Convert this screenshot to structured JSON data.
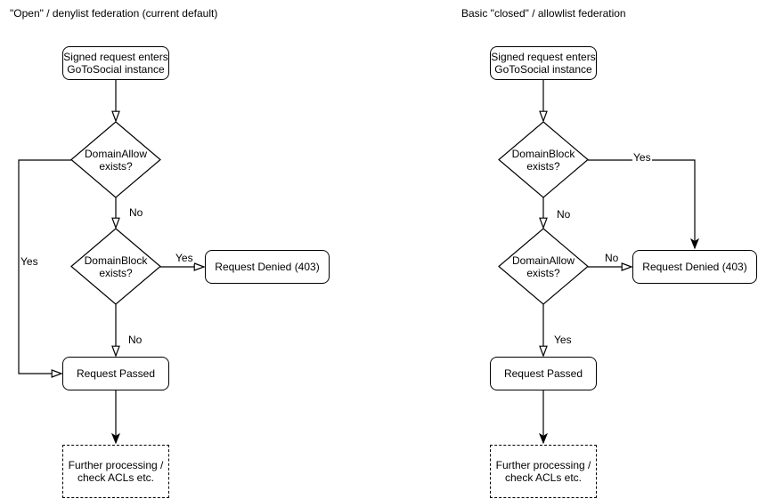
{
  "colors": {
    "stroke": "#000000",
    "background": "#ffffff"
  },
  "left": {
    "title": "\"Open\" / denylist federation (current default)",
    "nodes": {
      "start": "Signed request enters\nGoToSocial instance",
      "decision1": "DomainAllow\nexists?",
      "decision2": "DomainBlock\nexists?",
      "denied": "Request Denied (403)",
      "passed": "Request Passed",
      "further": "Further processing /\ncheck ACLs etc."
    },
    "edge_labels": {
      "decision1_yes": "Yes",
      "decision1_no": "No",
      "decision2_yes": "Yes",
      "decision2_no": "No"
    }
  },
  "right": {
    "title": "Basic \"closed\" / allowlist federation",
    "nodes": {
      "start": "Signed request enters\nGoToSocial instance",
      "decision1": "DomainBlock\nexists?",
      "decision2": "DomainAllow\nexists?",
      "denied": "Request Denied (403)",
      "passed": "Request Passed",
      "further": "Further processing /\ncheck ACLs etc."
    },
    "edge_labels": {
      "decision1_yes": "Yes",
      "decision1_no": "No",
      "decision2_no": "No",
      "decision2_yes": "Yes"
    }
  }
}
